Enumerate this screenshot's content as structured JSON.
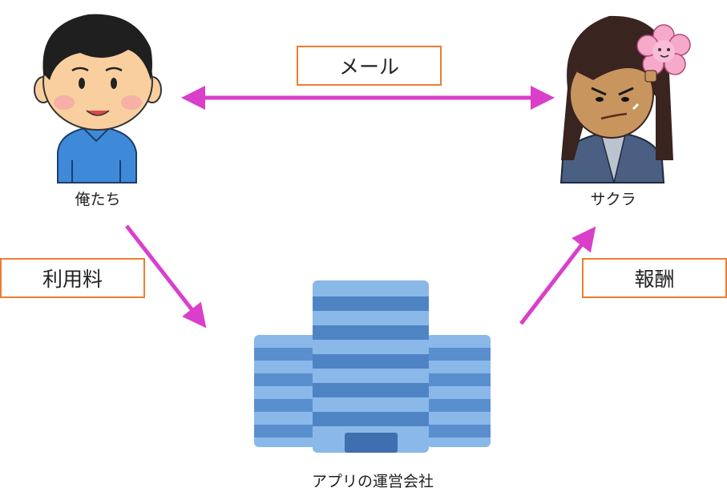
{
  "diagram": {
    "edges": {
      "mail": "メール",
      "usage_fee": "利用料",
      "reward": "報酬"
    },
    "nodes": {
      "us": "俺たち",
      "sakura": "サクラ",
      "company": "アプリの運営会社"
    },
    "colors": {
      "arrow": "#d93fcb",
      "box_border": "#ed7d31",
      "building_light": "#8ab8e8",
      "building_dark": "#4e84c4"
    }
  }
}
